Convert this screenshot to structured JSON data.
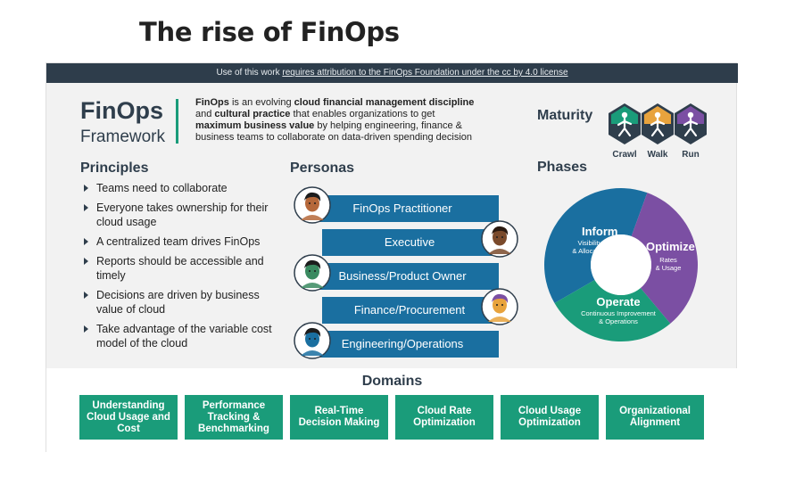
{
  "page_title": "The rise of FinOps",
  "license": {
    "prefix": "Use of this work ",
    "link": "requires attribution to the FinOps Foundation under the cc by 4.0 license"
  },
  "framework": {
    "title": "FinOps",
    "subtitle": "Framework",
    "desc_parts": [
      {
        "t": "FinOps",
        "b": true
      },
      {
        "t": " is an evolving ",
        "b": false
      },
      {
        "t": "cloud financial management discipline",
        "b": true
      },
      {
        "t": " and ",
        "b": false
      },
      {
        "t": "cultural practice",
        "b": true
      },
      {
        "t": " that enables organizations to get ",
        "b": false
      },
      {
        "t": "maximum business value",
        "b": true
      },
      {
        "t": " by helping engineering, finance & business teams to collaborate on data-driven spending decision",
        "b": false
      }
    ]
  },
  "maturity": {
    "title": "Maturity",
    "levels": [
      "Crawl",
      "Walk",
      "Run"
    ],
    "colors": [
      "#1a9c7a",
      "#e8a33d",
      "#7b4fa3"
    ]
  },
  "principles": {
    "title": "Principles",
    "items": [
      "Teams need to collaborate",
      "Everyone takes ownership for their cloud usage",
      "A centralized team drives FinOps",
      "Reports should be accessible and timely",
      "Decisions are driven by business value of cloud",
      "Take advantage of the variable cost model of the cloud"
    ]
  },
  "personas": {
    "title": "Personas",
    "items": [
      "FinOps Practitioner",
      "Executive",
      "Business/Product Owner",
      "Finance/Procurement",
      "Engineering/Operations"
    ],
    "bar_color": "#1a6fa0"
  },
  "phases": {
    "title": "Phases",
    "inform": {
      "name": "Inform",
      "sub1": "Visibility",
      "sub2": "& Allocation",
      "color": "#1a6fa0"
    },
    "optimize": {
      "name": "Optimize",
      "sub1": "Rates",
      "sub2": "& Usage",
      "color": "#7b4fa3"
    },
    "operate": {
      "name": "Operate",
      "sub1": "Continuous Improvement",
      "sub2": "& Operations",
      "color": "#1a9c7a"
    }
  },
  "domains": {
    "title": "Domains",
    "items": [
      "Understanding Cloud Usage and Cost",
      "Performance Tracking & Benchmarking",
      "Real-Time Decision Making",
      "Cloud Rate Optimization",
      "Cloud Usage Optimization",
      "Organizational Alignment"
    ],
    "color": "#1a9c7a"
  }
}
